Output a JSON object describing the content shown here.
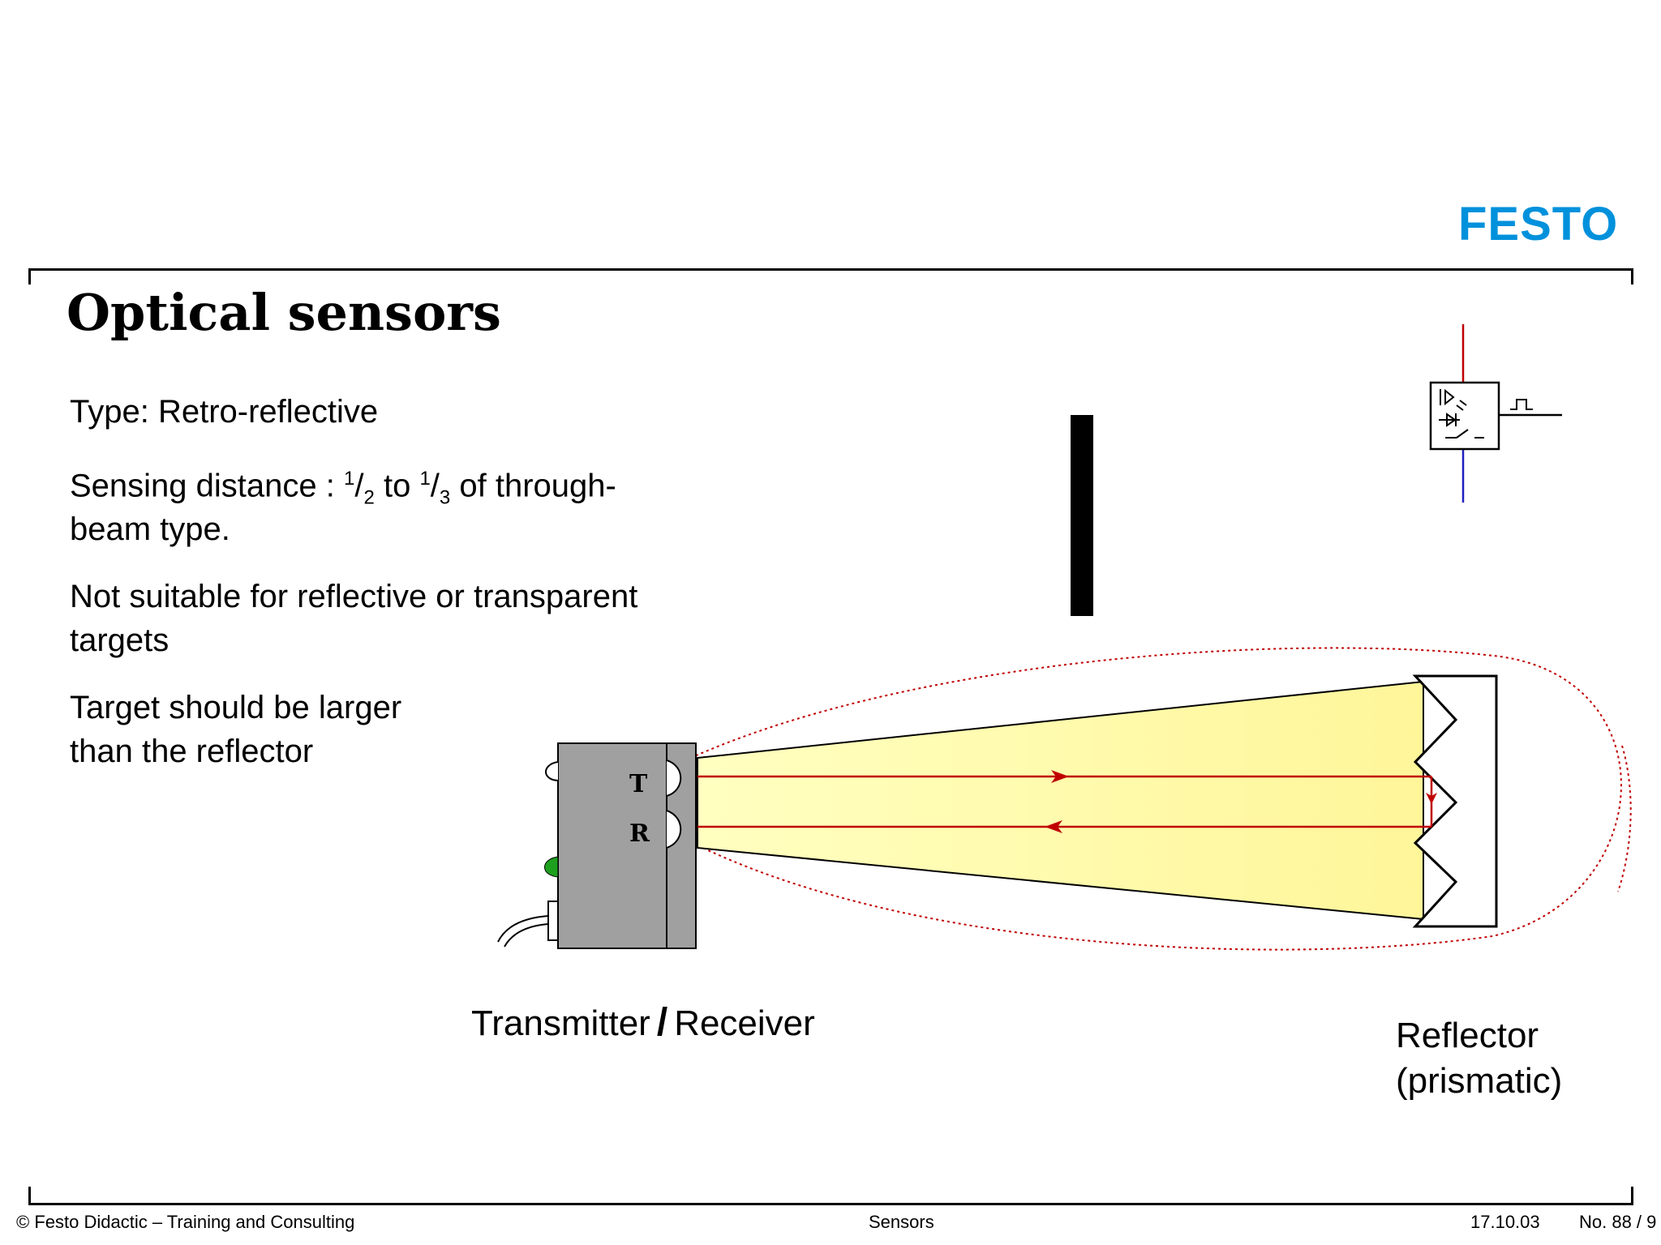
{
  "brand": {
    "logo": "FESTO",
    "color": "#0091dc"
  },
  "slide": {
    "title": "Optical sensors",
    "bullets": {
      "b1": "Type: Retro-reflective",
      "b2_prefix": "Sensing distance : ",
      "frac1_num": "1",
      "frac1_den": "2",
      "b2_to": " to ",
      "frac2_num": "1",
      "frac2_den": "3",
      "b2_line1_end": " of through-",
      "b2_line2": "beam type.",
      "b3_line1": "Not suitable for reflective or transparent",
      "b3_line2": "targets",
      "b4_line1": "Target should be larger",
      "b4_line2": "than the reflector"
    }
  },
  "diagram": {
    "label_transmitter": "Transmitter",
    "label_separator": "/",
    "label_receiver": "Receiver",
    "label_reflector_line1": "Reflector",
    "label_reflector_line2": "(prismatic)",
    "sensor_letter_t": "T",
    "sensor_letter_r": "R",
    "beam_color": "#fff6a0",
    "ray_color": "#c00000",
    "sensor_body_color": "#a0a0a0",
    "led_color": "#1ea01e"
  },
  "footer": {
    "copyright": "© Festo Didactic – Training and Consulting",
    "topic": "Sensors",
    "date": "17.10.03",
    "page": "No. 88 / 9"
  }
}
